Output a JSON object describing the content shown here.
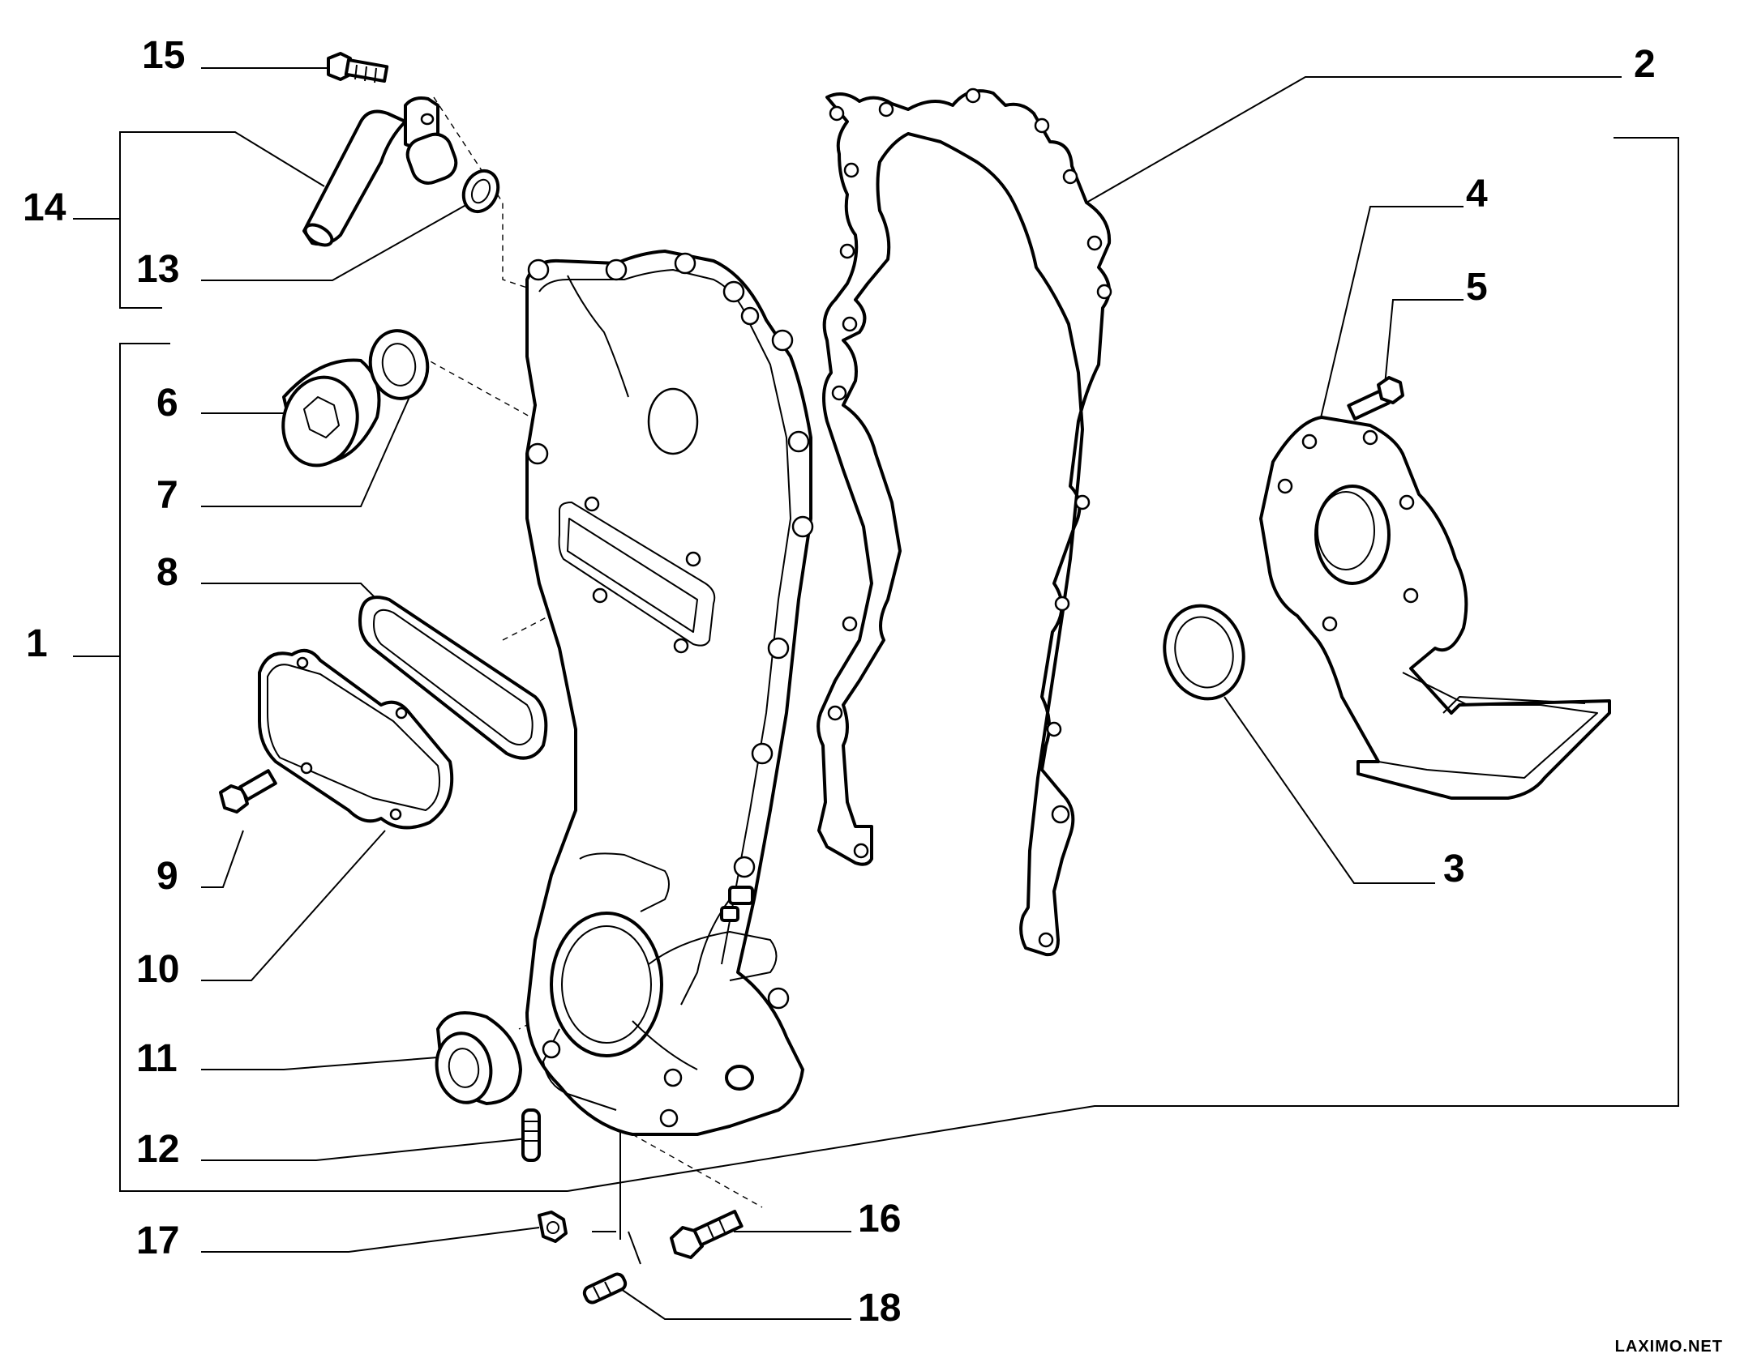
{
  "callouts": {
    "c1": "1",
    "c2": "2",
    "c3": "3",
    "c4": "4",
    "c5": "5",
    "c6": "6",
    "c7": "7",
    "c8": "8",
    "c9": "9",
    "c10": "10",
    "c11": "11",
    "c12": "12",
    "c13": "13",
    "c14": "14",
    "c15": "15",
    "c16": "16",
    "c17": "17",
    "c18": "18"
  },
  "watermark": "LAXIMO.NET"
}
